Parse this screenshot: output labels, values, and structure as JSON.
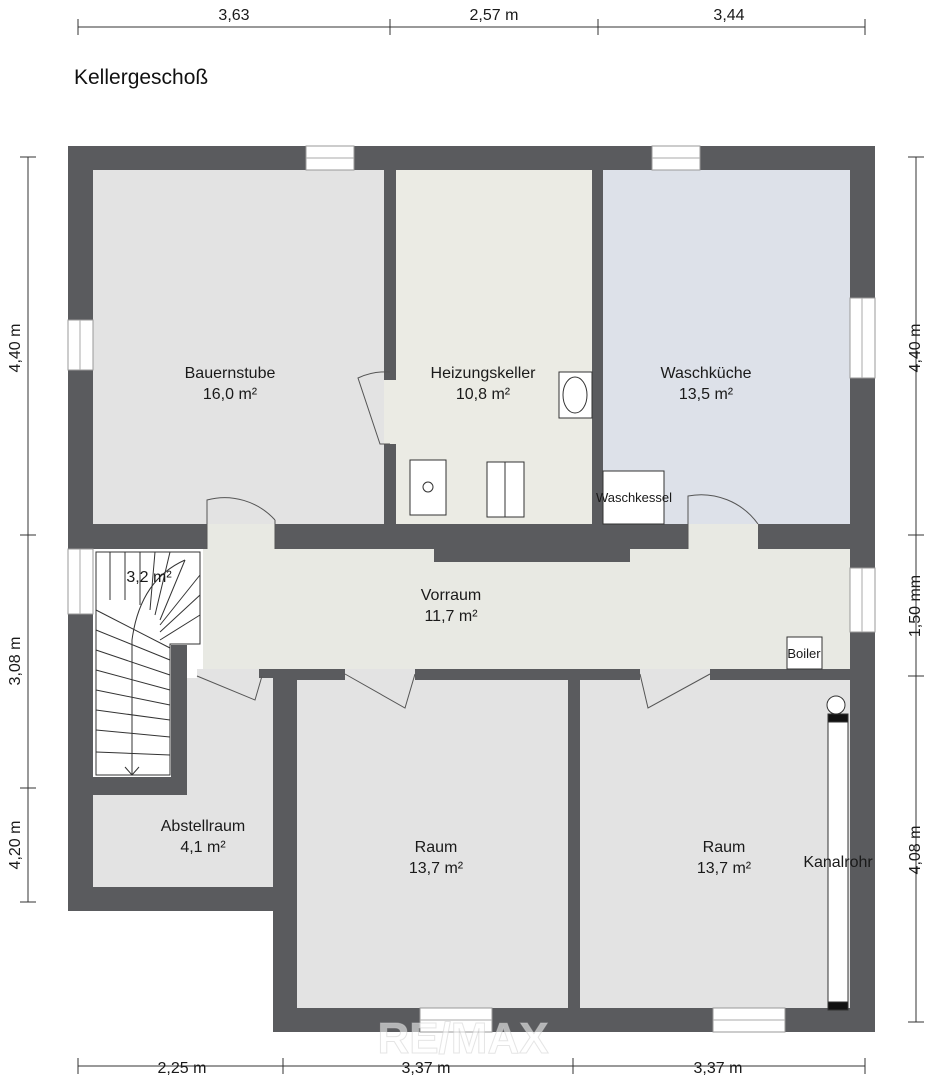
{
  "title": "Kellergeschoß",
  "dimensions": {
    "top": [
      "3,63",
      "2,57 m",
      "3,44"
    ],
    "bottom": [
      "2,25 m",
      "3,37 m",
      "3,37 m"
    ],
    "left": [
      "4,40 m",
      "3,08 m",
      "4,20 m"
    ],
    "right": [
      "4,40 m",
      "1,50 mm",
      "4,08 m"
    ]
  },
  "rooms": [
    {
      "name": "Bauernstube",
      "area": "16,0 m²",
      "color": "#e3e3e3"
    },
    {
      "name": "Heizungskeller",
      "area": "10,8 m²",
      "color": "#ebebe4"
    },
    {
      "name": "Waschküche",
      "area": "13,5 m²",
      "color": "#dde1e9"
    },
    {
      "name": "Vorraum",
      "area": "11,7 m²",
      "color": "#e8e9e3"
    },
    {
      "name": "",
      "area": "3,2 m²",
      "color": "#ffffff"
    },
    {
      "name": "Abstellraum",
      "area": "4,1 m²",
      "color": "#e3e3e3"
    },
    {
      "name": "Raum",
      "area": "13,7 m²",
      "color": "#e3e3e3"
    },
    {
      "name": "Raum",
      "area": "13,7 m²",
      "color": "#e3e3e3"
    }
  ],
  "fixtures": {
    "boiler_label": "Waschkessel",
    "water_heater_label": "Boiler",
    "pipe_label": "Kanalrohr"
  },
  "watermark": "RE/MAX",
  "colors": {
    "wall": "#5a5b5e",
    "window": "#ffffff"
  }
}
